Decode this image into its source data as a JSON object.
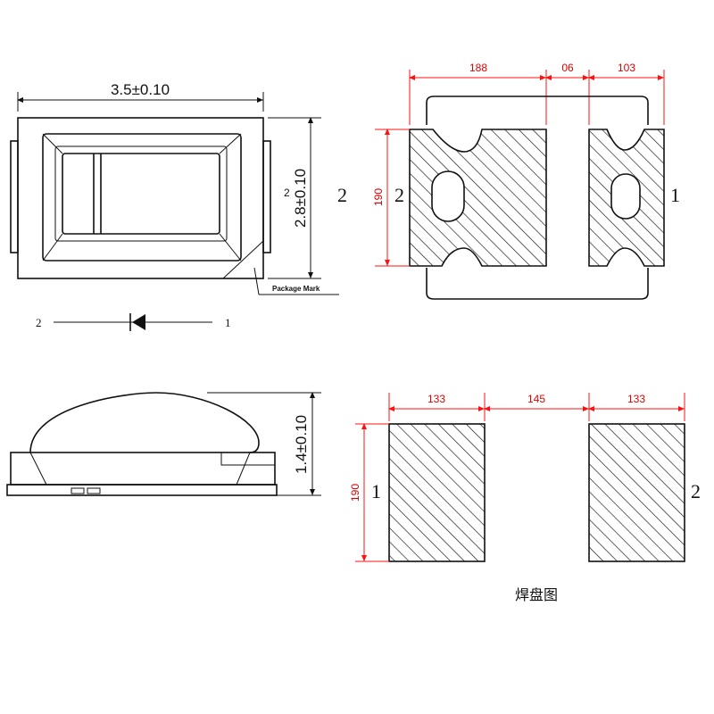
{
  "top_view": {
    "width_dim": "3.5±0.10",
    "height_dim": "2.8±0.10",
    "pin_label": "2",
    "package_mark": "Package Mark"
  },
  "diode_symbol": {
    "left_pin": "2",
    "right_pin": "1"
  },
  "side_view": {
    "height_dim": "1.4±0.10"
  },
  "footprint_top": {
    "dims": [
      "188",
      "06",
      "103"
    ],
    "height_dim": "190",
    "label_outer_left": "2",
    "label_inner_left": "2",
    "label_right": "1"
  },
  "footprint_bottom": {
    "dims": [
      "133",
      "145",
      "133"
    ],
    "height_dim": "190",
    "label_left": "1",
    "label_right": "2",
    "caption": "焊盘图"
  },
  "colors": {
    "dimension": "#ff1010",
    "outline": "#111111"
  }
}
